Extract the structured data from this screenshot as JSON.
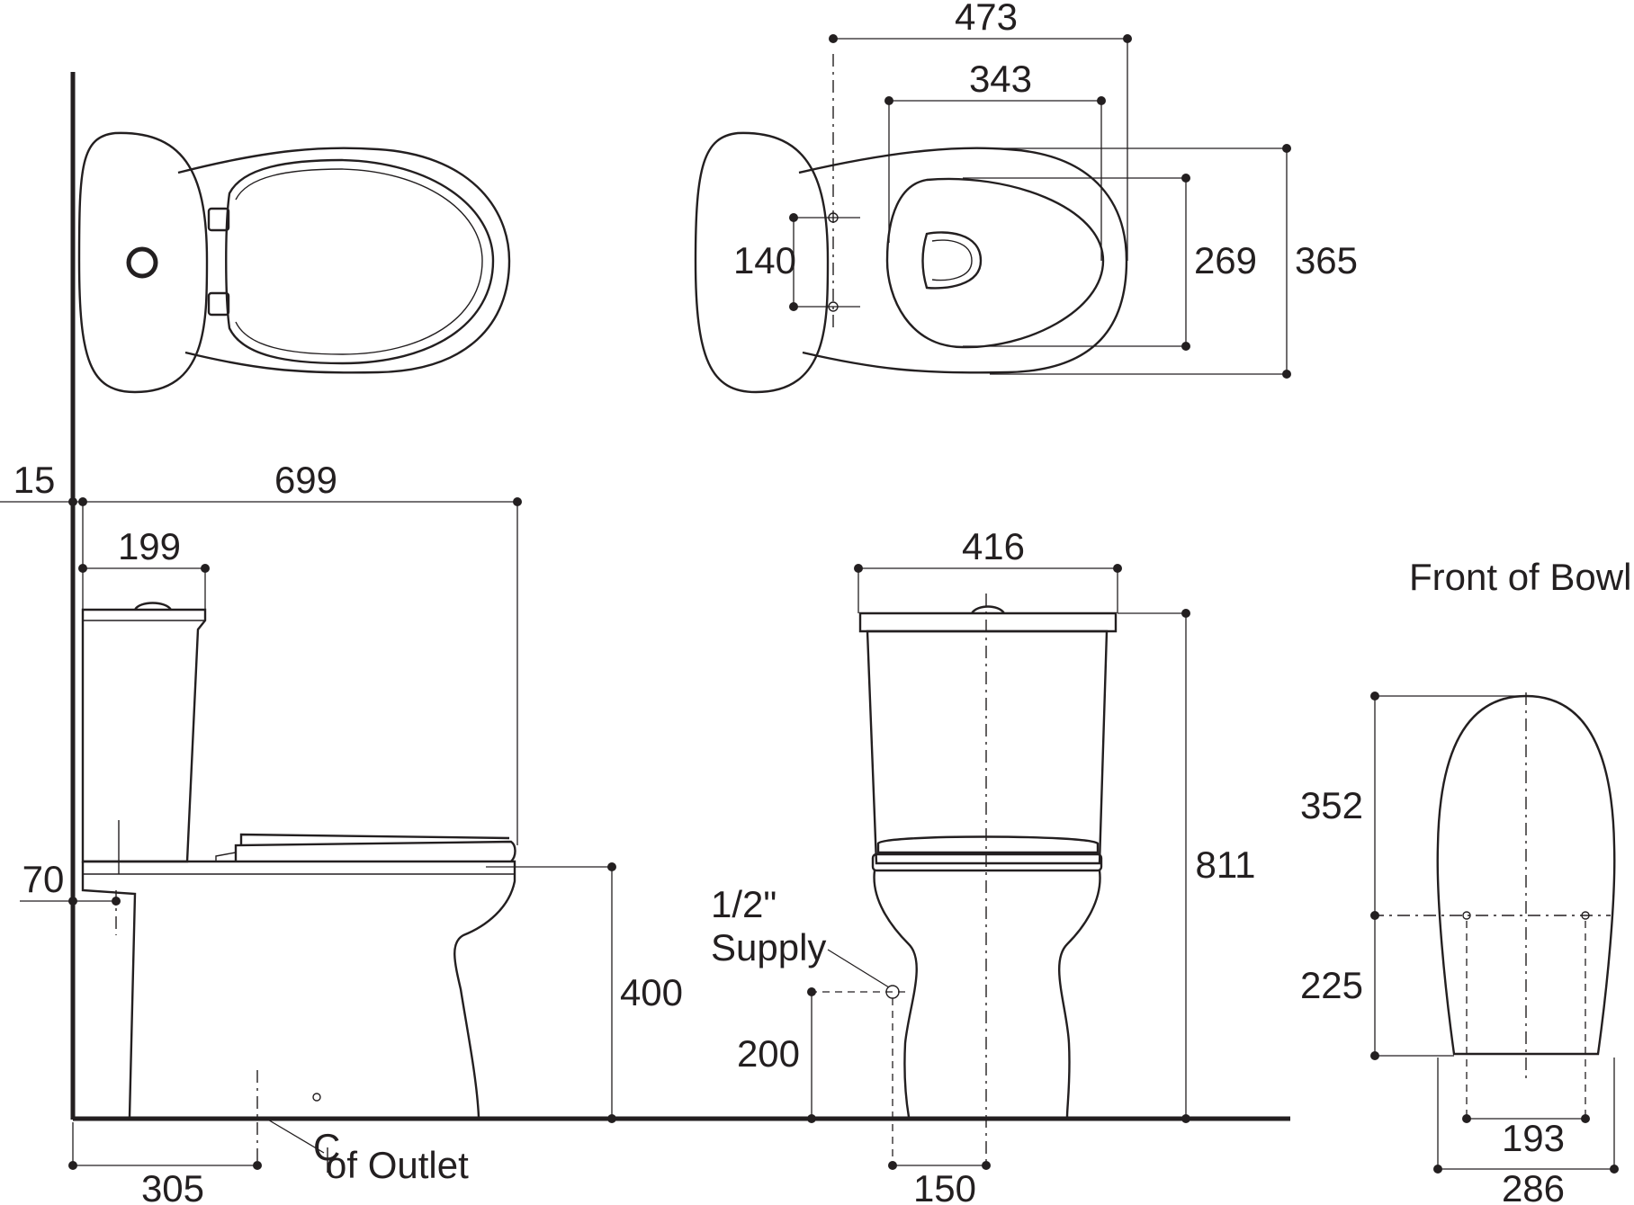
{
  "dimensions": {
    "top_width_overall": "473",
    "top_bowl_width": "343",
    "bolt_spacing": "140",
    "bowl_opening_depth": "269",
    "bowl_overall_depth": "365",
    "wall_offset": "15",
    "overall_length": "699",
    "tank_depth": "199",
    "tank_wall_gap": "70",
    "rough_in": "305",
    "tank_width": "416",
    "overall_height": "811",
    "seat_height": "400",
    "supply_height": "200",
    "supply_offset": "150",
    "front_upper": "352",
    "front_lower": "225",
    "front_base_inner": "193",
    "front_base_outer": "286"
  },
  "labels": {
    "front_of_bowl": "Front of Bowl",
    "supply_size": "1/2\"",
    "supply_word": "Supply",
    "centerline_symbol": "C",
    "outlet_text": "of Outlet"
  }
}
